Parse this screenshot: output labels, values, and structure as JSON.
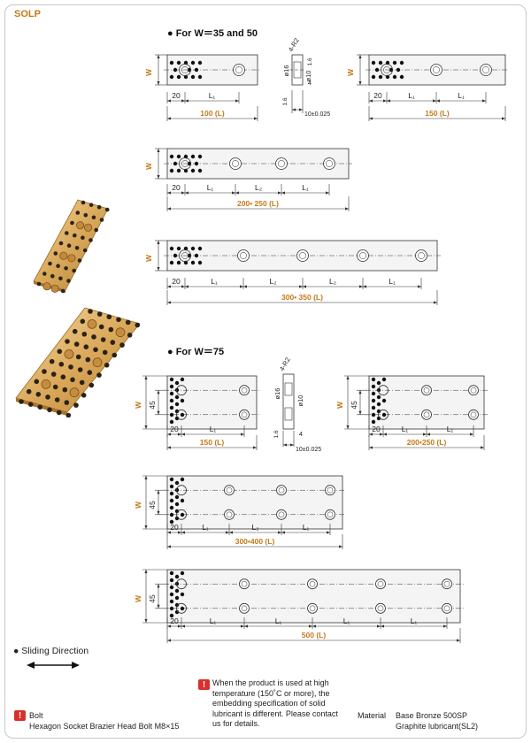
{
  "series_code": "SOLP",
  "sections": {
    "w35_50": "For W＝35 and 50",
    "w75": "For W＝75"
  },
  "dims": {
    "w": "W",
    "d20": "20",
    "l1": "L₁",
    "l2": "L₂",
    "h45": "45",
    "r": "4-R2",
    "d16": "ø16",
    "d10": "ø10",
    "d4": "4",
    "t": "10±0.025",
    "a16": "1.6",
    "len_100": "100 (L)",
    "len_150": "150 (L)",
    "len_200_250": "200• 250 (L)",
    "len_300_350": "300• 350 (L)",
    "len_w75_150": "150 (L)",
    "len_w75_200_250": "200•250 (L)",
    "len_300_400": "300•400 (L)",
    "len_500": "500 (L)"
  },
  "sliding_direction": "Sliding Direction",
  "bolt": {
    "title": "Bolt",
    "spec": "Hexagon Socket Brazier Head Bolt M8×15"
  },
  "warning_note": "When the product is used at high temperature (150˚C or more), the embedding specification of solid lubricant is different. Please contact us for details.",
  "material": {
    "label": "Material",
    "base": "Base Bronze 500SP",
    "lubricant": "Graphite lubricant(SL2)"
  },
  "colors": {
    "accent": "#c47a18",
    "warning": "#d9302c",
    "bronze": "#d8a657"
  }
}
